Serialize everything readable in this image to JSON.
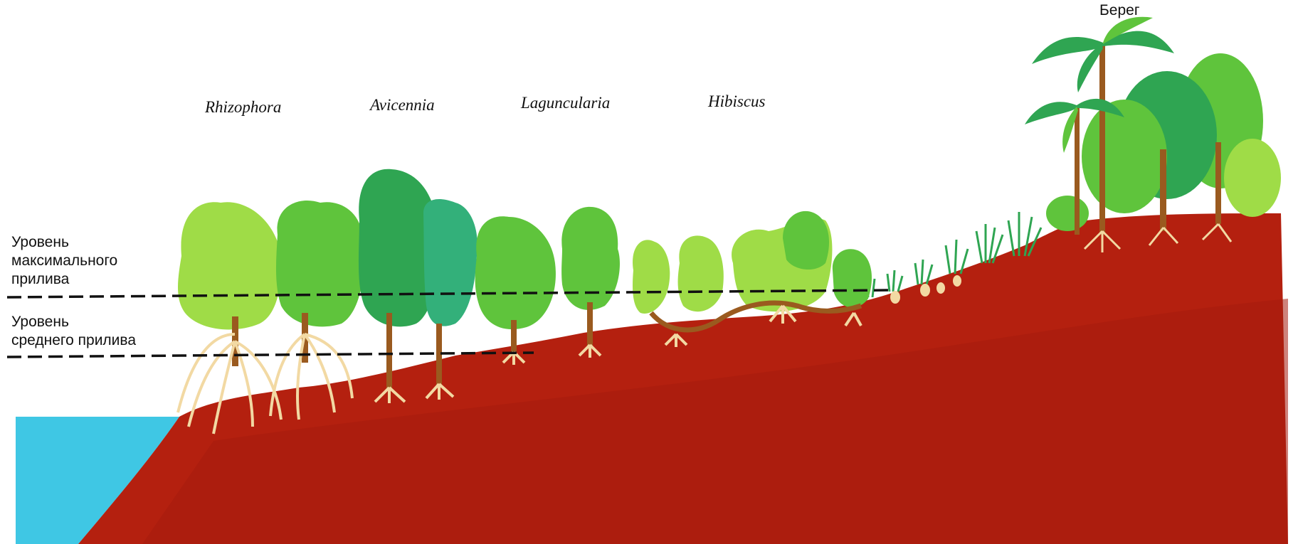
{
  "diagram": {
    "species": [
      "Rhizophora",
      "Avicennia",
      "Laguncularia",
      "Hibiscus"
    ],
    "shore_label": "Берег",
    "max_tide_label": "Уровень\nмаксимального\nприлива",
    "mean_tide_label": "Уровень\nсреднего прилива"
  },
  "colors": {
    "water": "#3fc7e4",
    "soil": "#b4200f",
    "soil_dark": "#97170b",
    "tree_light": "#9fdc47",
    "tree_mid": "#5fc43c",
    "tree_dark": "#2fa552",
    "tree_teal": "#33b07a",
    "trunk": "#9a5a1f",
    "root": "#f2d9a3"
  }
}
